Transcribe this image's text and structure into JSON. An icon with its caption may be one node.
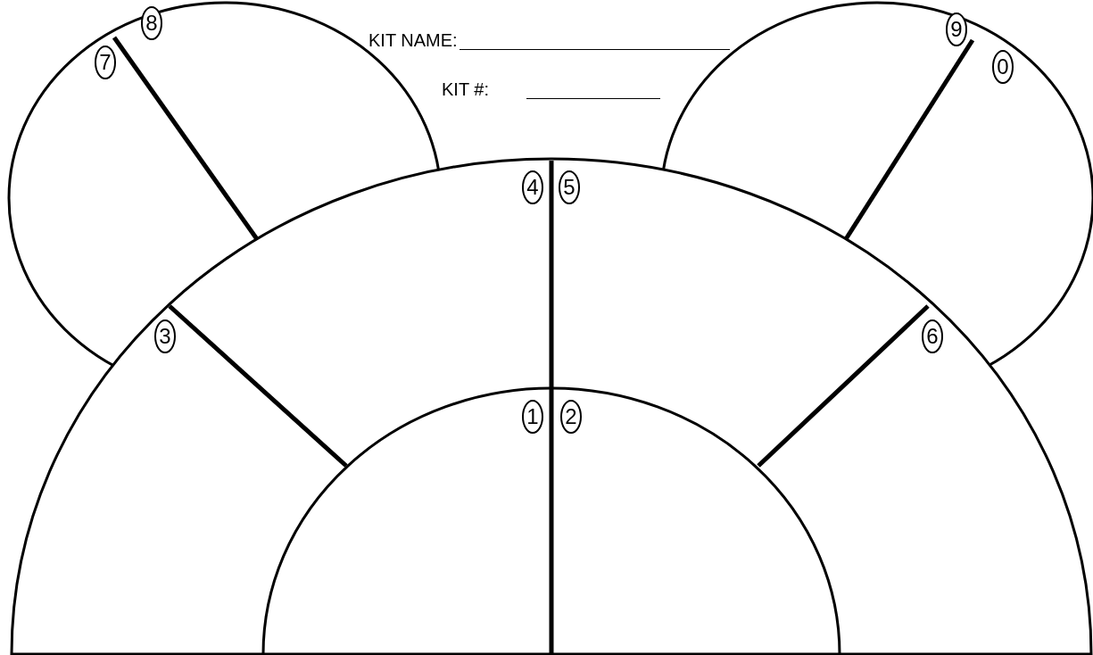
{
  "diagram": {
    "labels": [
      "KIT NAME:",
      "KIT #:",
      "7",
      "8",
      "9",
      "0",
      "4",
      "5",
      "3",
      "6",
      "1",
      "2"
    ]
  }
}
